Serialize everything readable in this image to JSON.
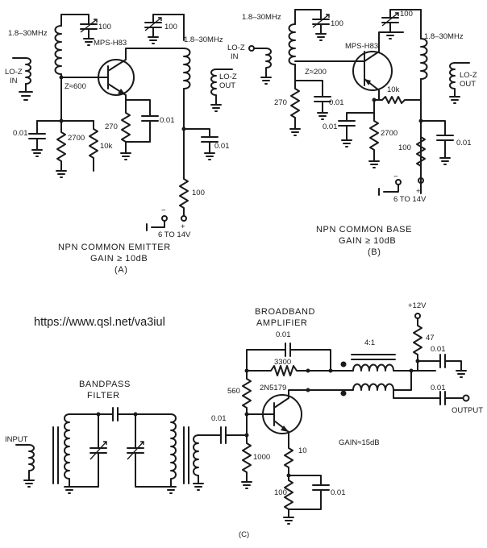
{
  "watermark": "https://www.qsl.net/va3iul",
  "circuit_a": {
    "caption_line1": "NPN COMMON EMITTER",
    "caption_line2": "GAIN ≥ 10dB",
    "caption_tag": "(A)",
    "freq_in": "1.8–30MHz",
    "freq_out": "1.8–30MHz",
    "transistor": "MPS-H83",
    "z_label": "Z≈600",
    "in_label_1": "LO-Z",
    "in_label_2": "IN",
    "out_label_1": "LO-Z",
    "out_label_2": "OUT",
    "trim_1": "100",
    "trim_2": "100",
    "r_emitter": "270",
    "c_emitter": "0.01",
    "r_bias_low": "2700",
    "r_bias_high": "10k",
    "c_base": "0.01",
    "c_supply": "0.01",
    "r_supply": "100",
    "supply_minus": "−",
    "supply_plus": "+",
    "supply_voltage": "6 TO 14V"
  },
  "circuit_b": {
    "caption_line1": "NPN COMMON BASE",
    "caption_line2": "GAIN ≥ 10dB",
    "caption_tag": "(B)",
    "freq_in": "1.8–30MHz",
    "freq_out": "1.8–30MHz",
    "transistor": "MPS-H83",
    "z_label": "Z≈200",
    "in_label_1": "LO-Z",
    "in_label_2": "IN",
    "out_label_1": "LO-Z",
    "out_label_2": "OUT",
    "trim_1": "100",
    "trim_2": "100",
    "r_emitter": "270",
    "c_emitter": "0.01",
    "c_base": "0.01",
    "r_base": "2700",
    "r_feed": "10k",
    "r_supply": "100",
    "c_supply": "0.01",
    "supply_minus": "−",
    "supply_plus": "+",
    "supply_voltage": "6 TO 14V"
  },
  "circuit_c": {
    "title_line1": "BROADBAND",
    "title_line2": "AMPLIFIER",
    "filter_line1": "BANDPASS",
    "filter_line2": "FILTER",
    "input_label": "INPUT",
    "output_label": "OUTPUT",
    "transistor": "2N5179",
    "gain": "GAIN≈15dB",
    "supply": "+12V",
    "ratio": "4:1",
    "r_feedback": "3300",
    "c_feedback": "0.01",
    "r_base_top": "560",
    "r_base_bottom": "1000",
    "c_input": "0.01",
    "r_emitter": "10",
    "r_emitter2": "100",
    "c_emitter": "0.01",
    "r_supply": "47",
    "c_supply": "0.01",
    "c_output": "0.01",
    "tag": "(C)"
  }
}
